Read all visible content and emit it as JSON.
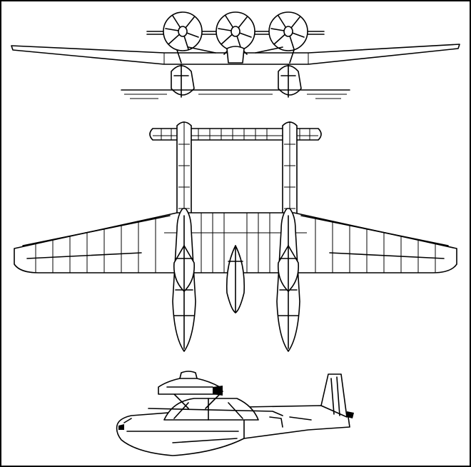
{
  "drawing": {
    "views": [
      "front-view",
      "top-view",
      "side-view"
    ],
    "line_color": "#000000",
    "background_color": "#ffffff",
    "engine_count": 3,
    "hull_count": 2
  }
}
